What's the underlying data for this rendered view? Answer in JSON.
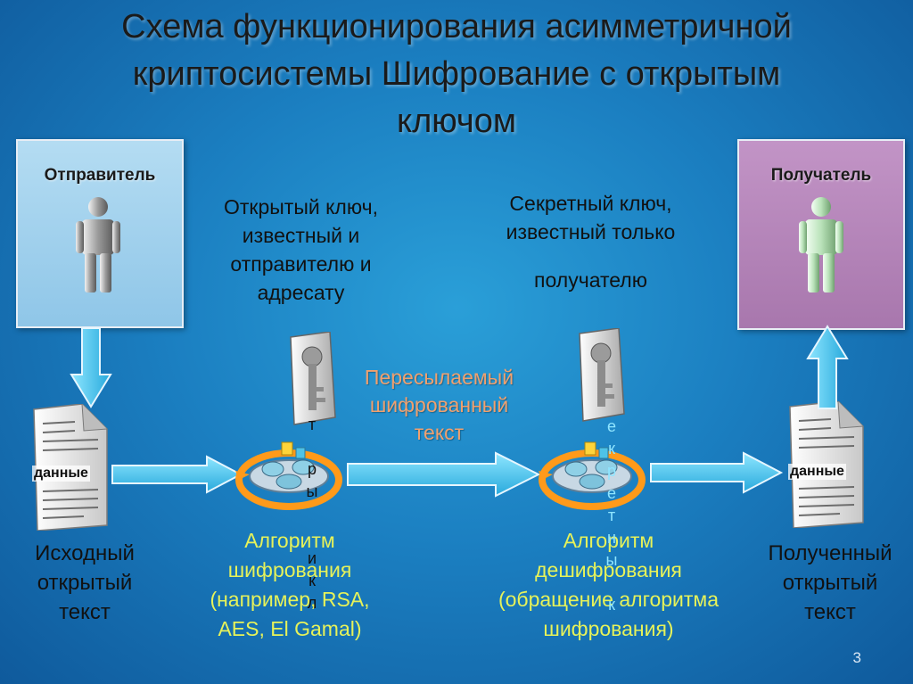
{
  "title": {
    "line1": "Схема функционирования асимметричной",
    "line2": "криптосистемы Шифрование с открытым",
    "line3": "ключом"
  },
  "sender": {
    "label": "Отправитель"
  },
  "receiver": {
    "label": "Получатель"
  },
  "public_key": {
    "line1": "Открытый ключ,",
    "line2": "известный и",
    "line3": "отправителю и",
    "line4": "адресату"
  },
  "secret_key": {
    "line1": "Секретный ключ,",
    "line2": "известный только",
    "line3": "получателю"
  },
  "sent": {
    "line1": "Пересылаемый",
    "line2": "шифрованный",
    "line3": "текст"
  },
  "source_doc": {
    "tag": "данные",
    "line1": "Исходный",
    "line2": "открытый",
    "line3": "текст"
  },
  "result_doc": {
    "tag": "данные",
    "line1": "Полученный",
    "line2": "открытый",
    "line3": "текст"
  },
  "enc_algo": {
    "line1": "Алгоритм",
    "line2": "шифрования",
    "line3": "(например, RSA,",
    "line4": "AES, El Gamal)"
  },
  "dec_algo": {
    "line1": "Алгоритм",
    "line2": "дешифрования",
    "line3": "(обращение алгоритма",
    "line4": "шифрования)"
  },
  "enc_vertical": [
    "т",
    "",
    "р",
    "ы",
    "",
    "",
    "и",
    "к",
    "л"
  ],
  "dec_vertical": [
    "е",
    "к",
    "р",
    "е",
    "т",
    "н",
    "ы",
    "",
    "к"
  ],
  "page_number": "3"
}
